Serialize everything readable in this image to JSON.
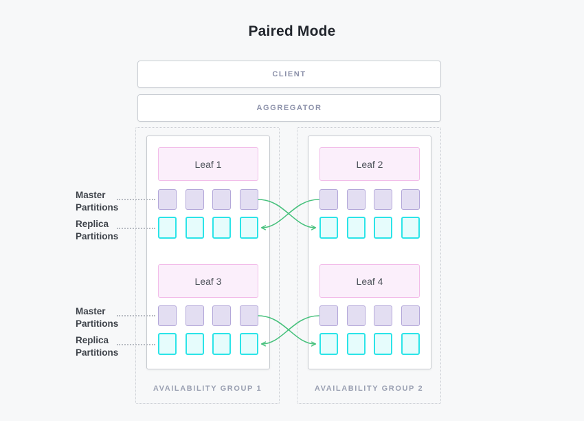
{
  "title": "Paired Mode",
  "tiers": {
    "client": "CLIENT",
    "aggregator": "AGGREGATOR"
  },
  "side_labels": {
    "master": "Master Partitions",
    "replica": "Replica Partitions"
  },
  "groups": [
    {
      "label": "AVAILABILITY GROUP 1",
      "leaves": [
        {
          "name": "Leaf 1",
          "master_partitions": 4,
          "replica_partitions": 4
        },
        {
          "name": "Leaf 3",
          "master_partitions": 4,
          "replica_partitions": 4
        }
      ]
    },
    {
      "label": "AVAILABILITY GROUP 2",
      "leaves": [
        {
          "name": "Leaf 2",
          "master_partitions": 4,
          "replica_partitions": 4
        },
        {
          "name": "Leaf 4",
          "master_partitions": 4,
          "replica_partitions": 4
        }
      ]
    }
  ],
  "replication_links": [
    {
      "from": "Leaf 1 master partitions",
      "to": "Leaf 2 replica partitions"
    },
    {
      "from": "Leaf 2 master partitions",
      "to": "Leaf 1 replica partitions"
    },
    {
      "from": "Leaf 3 master partitions",
      "to": "Leaf 4 replica partitions"
    },
    {
      "from": "Leaf 4 master partitions",
      "to": "Leaf 3 replica partitions"
    }
  ],
  "colors": {
    "background": "#f7f8f9",
    "master_fill": "#e3def2",
    "master_border": "#b3a7d9",
    "replica_fill": "#e6fcfc",
    "replica_border": "#2be4e8",
    "leaf_fill": "#fbeffb",
    "leaf_border": "#f2bce9",
    "arrow": "#48c17d",
    "tier_text": "#8b90a9"
  }
}
